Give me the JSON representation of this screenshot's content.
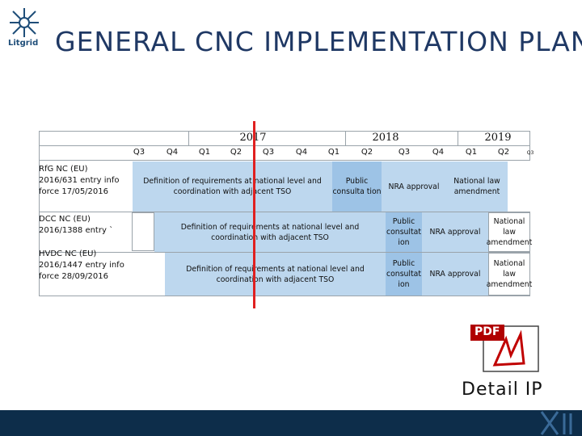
{
  "brand": {
    "name": "Litgrid",
    "accent": "#1f4e79",
    "footer_color": "#0d2d4a"
  },
  "title": "GENERAL CNC IMPLEMENTATION PLAN",
  "years": [
    "2017",
    "2018",
    "2019"
  ],
  "quarters": [
    "Q3",
    "Q4",
    "Q1",
    "Q2",
    "Q3",
    "Q4",
    "Q1",
    "Q2",
    "Q3",
    "Q4",
    "Q1",
    "Q2",
    "Q3"
  ],
  "rows": [
    {
      "label": "RfG NC (EU) 2016/631 entry info force 17/05/2016",
      "def": "Definition of requirements at national level and coordination with adjacent TSO",
      "public": "Public consulta tion",
      "nra": "NRA approval",
      "law": "National law amendment"
    },
    {
      "label": "DCC NC (EU) 2016/1388 entry `",
      "def": "Definition of requirements at national level and coordination with adjacent TSO",
      "public": "Public consultat ion",
      "nra": "NRA approval",
      "law": "National law amendment"
    },
    {
      "label": "HVDC NC (EU) 2016/1447 entry info force 28/09/2016",
      "def": "Definition of requirements at national level and coordination with adjacent TSO",
      "public": "Public consultat ion",
      "nra": "NRA approval",
      "law": "National law amendment"
    }
  ],
  "marker_color": "#e02020",
  "pdf_label": "PDF",
  "detail_label": "Detail IP"
}
